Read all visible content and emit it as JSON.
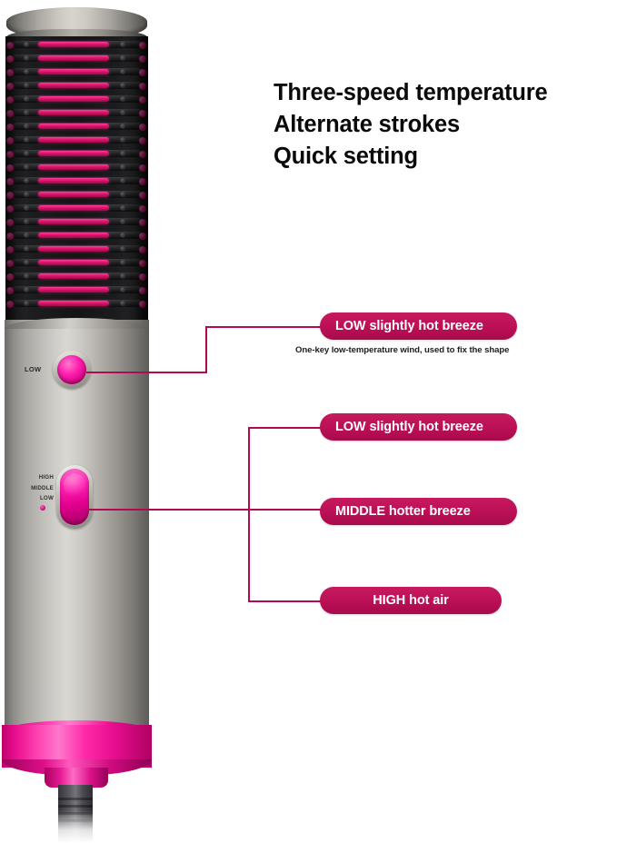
{
  "headline": {
    "lines": [
      "Three-speed temperature",
      "Alternate strokes",
      "Quick setting"
    ]
  },
  "device": {
    "button_label": "LOW",
    "speed_switch_labels": [
      "HIGH",
      "MIDDLE",
      "LOW"
    ]
  },
  "callouts": [
    {
      "label": "LOW slightly hot breeze",
      "subtitle": "One-key low-temperature wind, used to fix the shape"
    },
    {
      "label": "LOW slightly hot breeze"
    },
    {
      "label": "MIDDLE hotter breeze"
    },
    {
      "label": "HIGH hot air"
    }
  ],
  "colors": {
    "pill": "#bb0f56",
    "connector": "#b10a50",
    "accent_pink": "#ff22b0",
    "heading_text": "#0a0a0a"
  }
}
